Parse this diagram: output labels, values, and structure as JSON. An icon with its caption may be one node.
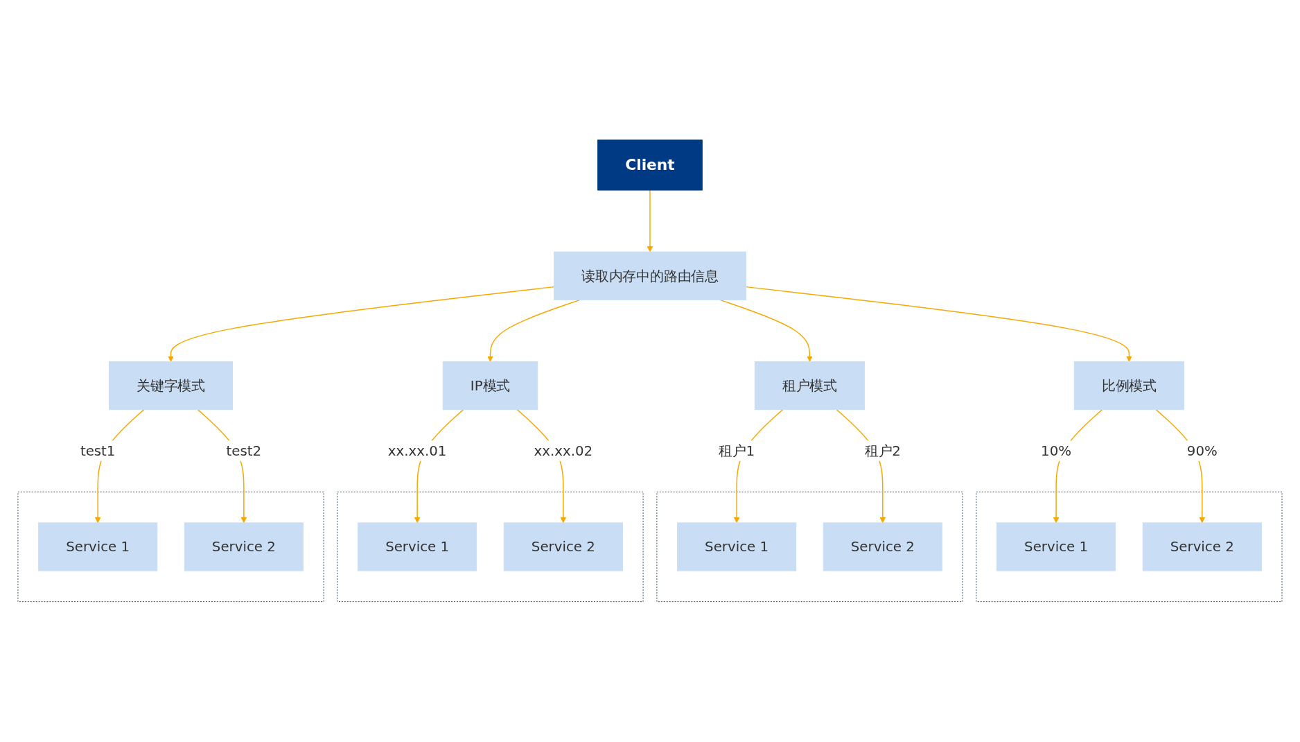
{
  "diagram": {
    "nodes": [
      {
        "text": [
          "Client"
        ]
      },
      {
        "text": [
          "读取内存中的路由信息"
        ]
      },
      {
        "text": [
          "比例模式"
        ]
      },
      {
        "text": [
          "租户模式"
        ]
      },
      {
        "text": [
          "IP模式"
        ]
      },
      {
        "text": [
          "关键字模式"
        ]
      },
      {
        "text": [],
        "shape": "box"
      },
      {
        "text": [
          "Service 1"
        ],
        "in": 6
      },
      {
        "text": [
          "Service 2"
        ],
        "in": 6
      },
      {
        "text": [],
        "shape": "box"
      },
      {
        "text": [
          "Service 1"
        ],
        "in": 9
      },
      {
        "text": [
          "Service 2"
        ],
        "in": 9
      },
      {
        "text": [],
        "shape": "box"
      },
      {
        "text": [
          "Service 1"
        ],
        "in": 12
      },
      {
        "text": [
          "Service 2"
        ],
        "in": 12
      },
      {
        "text": [],
        "shape": "box"
      },
      {
        "text": [
          "Service 1"
        ],
        "in": 15
      },
      {
        "text": [
          "Service 2"
        ],
        "in": 15
      }
    ],
    "edges": [
      {
        "from": 0,
        "to": 1,
        "arrow": "to"
      },
      {
        "from": 1,
        "to": 2,
        "arrow": "to"
      },
      {
        "from": 1,
        "to": 3,
        "arrow": "to"
      },
      {
        "from": 1,
        "to": 4,
        "arrow": "to"
      },
      {
        "from": 1,
        "to": 5,
        "arrow": "to"
      },
      {
        "from": 2,
        "to": 7,
        "arrow": "to",
        "label": "10%"
      },
      {
        "from": 2,
        "to": 8,
        "arrow": "to",
        "label": "90%"
      },
      {
        "from": 3,
        "to": 10,
        "arrow": "to",
        "label": "租户1"
      },
      {
        "from": 3,
        "to": 11,
        "arrow": "to",
        "label": "租户2"
      },
      {
        "from": 4,
        "to": 13,
        "arrow": "to",
        "label": "xx.xx.01"
      },
      {
        "from": 4,
        "to": 14,
        "arrow": "to",
        "label": "xx.xx.02"
      },
      {
        "from": 5,
        "to": 16,
        "arrow": "to",
        "label": "test1"
      },
      {
        "from": 5,
        "to": 17,
        "arrow": "to",
        "label": "test2"
      }
    ]
  }
}
